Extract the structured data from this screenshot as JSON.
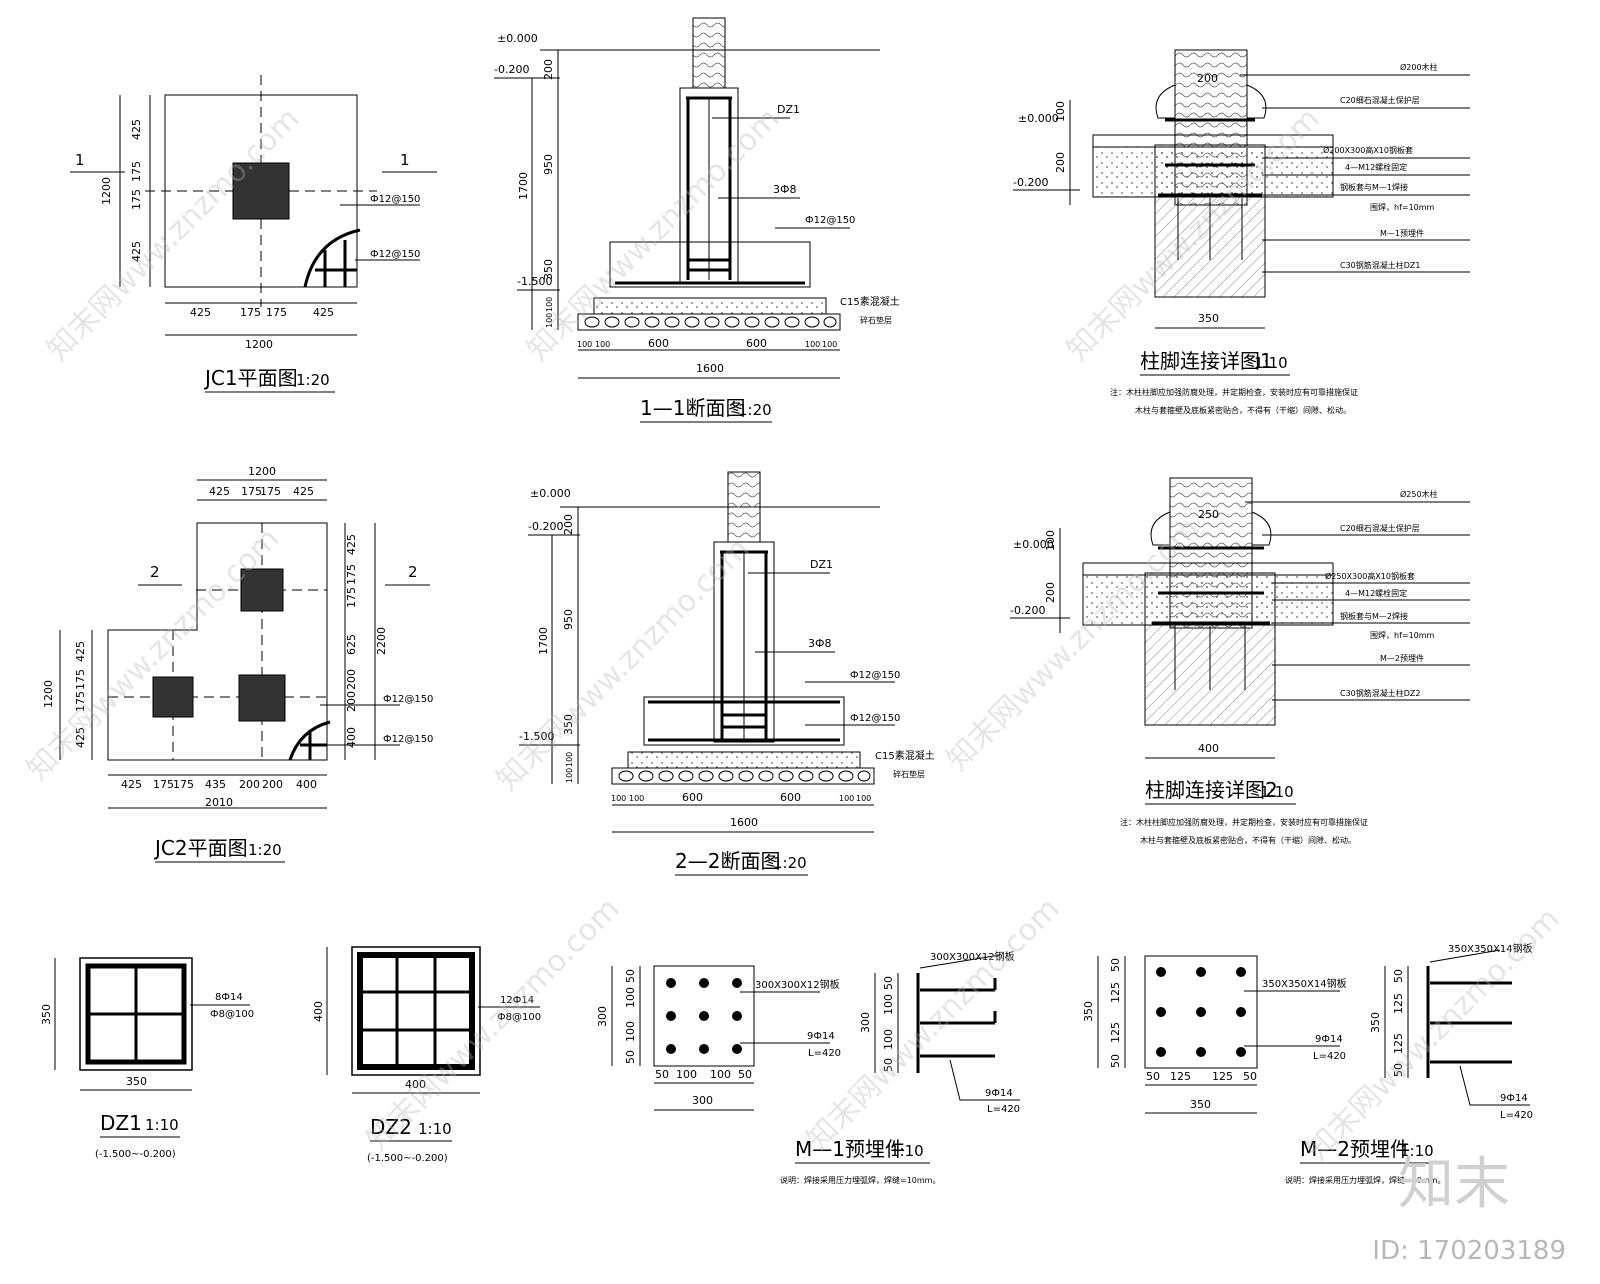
{
  "jc1": {
    "title": "JC1平面图",
    "scale": "1:20",
    "section_mark": "1",
    "dims_h": [
      "425",
      "175",
      "175",
      "425"
    ],
    "total_h": "1200",
    "dims_v": [
      "425",
      "175",
      "175",
      "425"
    ],
    "total_v": "1200",
    "rebar_top": "Ф12@150",
    "rebar_bottom": "Ф12@150"
  },
  "sec1": {
    "title": "1—1断面图",
    "scale": "1:20",
    "lvl_top": "±0.000",
    "lvl_upper": "-0.200",
    "lvl_bottom": "-1.500",
    "dim_200": "200",
    "dim_950": "950",
    "dim_350": "350",
    "dim_1700": "1700",
    "dim_100a": "100",
    "dim_100b": "100",
    "dims_bottom": [
      "100",
      "100",
      "600",
      "600",
      "100",
      "100"
    ],
    "total": "1600",
    "lbl_dz": "DZ1",
    "lbl_tie": "3Ф8",
    "lbl_rebar": "Ф12@150",
    "lbl_c15": "C15素混凝土",
    "lbl_gravel": "碎石垫层"
  },
  "detail1": {
    "title": "柱脚连接详图1",
    "scale": "1:10",
    "col_size": "200",
    "lvl_top": "±0.000",
    "lvl_low": "-0.200",
    "dim_100": "100",
    "dim_200": "200",
    "base_w": "350",
    "labels": [
      "Ø200木柱",
      "C20细石混凝土保护层",
      "Ø200X300高X10钢板套",
      "4—M12螺栓固定",
      "钢板套与M—1焊接",
      "围焊，hf=10mm",
      "M—1预埋件",
      "C30钢筋混凝土柱DZ1"
    ],
    "note1": "注：木柱柱脚应加强防腐处理，并定期检查，安装时应有可靠措施保证",
    "note2": "木柱与套箍壁及底板紧密贴合，不得有（干缩）间隙、松动。"
  },
  "jc2": {
    "title": "JC2平面图",
    "scale": "1:20",
    "section_mark": "2",
    "top_dims": [
      "425",
      "175",
      "175",
      "425"
    ],
    "top_total": "1200",
    "bottom_dims": [
      "425",
      "175",
      "175",
      "435",
      "200",
      "200",
      "400"
    ],
    "bottom_total": "2010",
    "left_dims": [
      "425",
      "175",
      "175",
      "425"
    ],
    "left_total": "1200",
    "right_dims": [
      "425",
      "175",
      "175",
      "625",
      "200",
      "200",
      "400"
    ],
    "right_total": "2200",
    "rebar_top": "Ф12@150",
    "rebar_bottom": "Ф12@150"
  },
  "sec2": {
    "title": "2—2断面图",
    "scale": "1:20",
    "lvl_top": "±0.000",
    "lvl_upper": "-0.200",
    "lvl_bottom": "-1.500",
    "dim_200": "200",
    "dim_950": "950",
    "dim_350": "350",
    "dim_1700": "1700",
    "dim_100a": "100",
    "dim_100b": "100",
    "dims_bottom": [
      "100",
      "100",
      "600",
      "600",
      "100",
      "100"
    ],
    "total": "1600",
    "lbl_dz": "DZ1",
    "lbl_tie": "3Ф8",
    "lbl_rebar1": "Ф12@150",
    "lbl_rebar2": "Ф12@150",
    "lbl_c15": "C15素混凝土",
    "lbl_gravel": "碎石垫层"
  },
  "detail2": {
    "title": "柱脚连接详图2",
    "scale": "1:10",
    "col_size": "250",
    "lvl_top": "±0.000",
    "lvl_low": "-0.200",
    "dim_100": "100",
    "dim_200": "200",
    "base_w": "400",
    "labels": [
      "Ø250木柱",
      "C20细石混凝土保护层",
      "Ø250X300高X10钢板套",
      "4—M12螺栓固定",
      "钢板套与M—2焊接",
      "围焊，hf=10mm",
      "M—2预埋件",
      "C30钢筋混凝土柱DZ2"
    ],
    "note1": "注：木柱柱脚应加强防腐处理，并定期检查，安装时应有可靠措施保证",
    "note2": "木柱与套箍壁及底板紧密贴合，不得有（干缩）间隙、松动。"
  },
  "dz1": {
    "title": "DZ1",
    "scale": "1:10",
    "range": "(-1.500~-0.200)",
    "w": "350",
    "h": "350",
    "rebar": "8Ф14",
    "tie": "Ф8@100"
  },
  "dz2": {
    "title": "DZ2",
    "scale": "1:10",
    "range": "(-1.500~-0.200)",
    "w": "400",
    "h": "400",
    "rebar": "12Ф14",
    "tie": "Ф8@100"
  },
  "m1": {
    "title": "M—1预埋件",
    "scale": "1:10",
    "plate": "300X300X12钢板",
    "bars": "9Ф14",
    "length": "L=420",
    "dims_h": [
      "50",
      "100",
      "100",
      "50"
    ],
    "total": "300",
    "dims_v": [
      "50",
      "100",
      "100",
      "50"
    ],
    "total_v": "300",
    "side_dims": [
      "50",
      "100",
      "100",
      "50"
    ],
    "side_total": "300",
    "side_plate": "300X300X12钢板",
    "side_bars": "9Ф14",
    "side_length": "L=420",
    "note": "说明：焊接采用压力埋弧焊，焊缝=10mm。"
  },
  "m2": {
    "title": "M—2预埋件",
    "scale": "1:10",
    "plate": "350X350X14钢板",
    "bars": "9Ф14",
    "length": "L=420",
    "dims_h": [
      "50",
      "125",
      "125",
      "50"
    ],
    "total": "350",
    "dims_v": [
      "50",
      "125",
      "125",
      "50"
    ],
    "total_v": "350",
    "side_dims": [
      "50",
      "125",
      "125",
      "50"
    ],
    "side_total": "350",
    "side_plate": "350X350X14钢板",
    "side_bars": "9Ф14",
    "side_length": "L=420",
    "note": "说明：焊接采用压力埋弧焊，焊缝=10mm。"
  },
  "watermark": "知末网www.znzmo.com",
  "logo": "知末",
  "id_label": "ID: 170203189"
}
